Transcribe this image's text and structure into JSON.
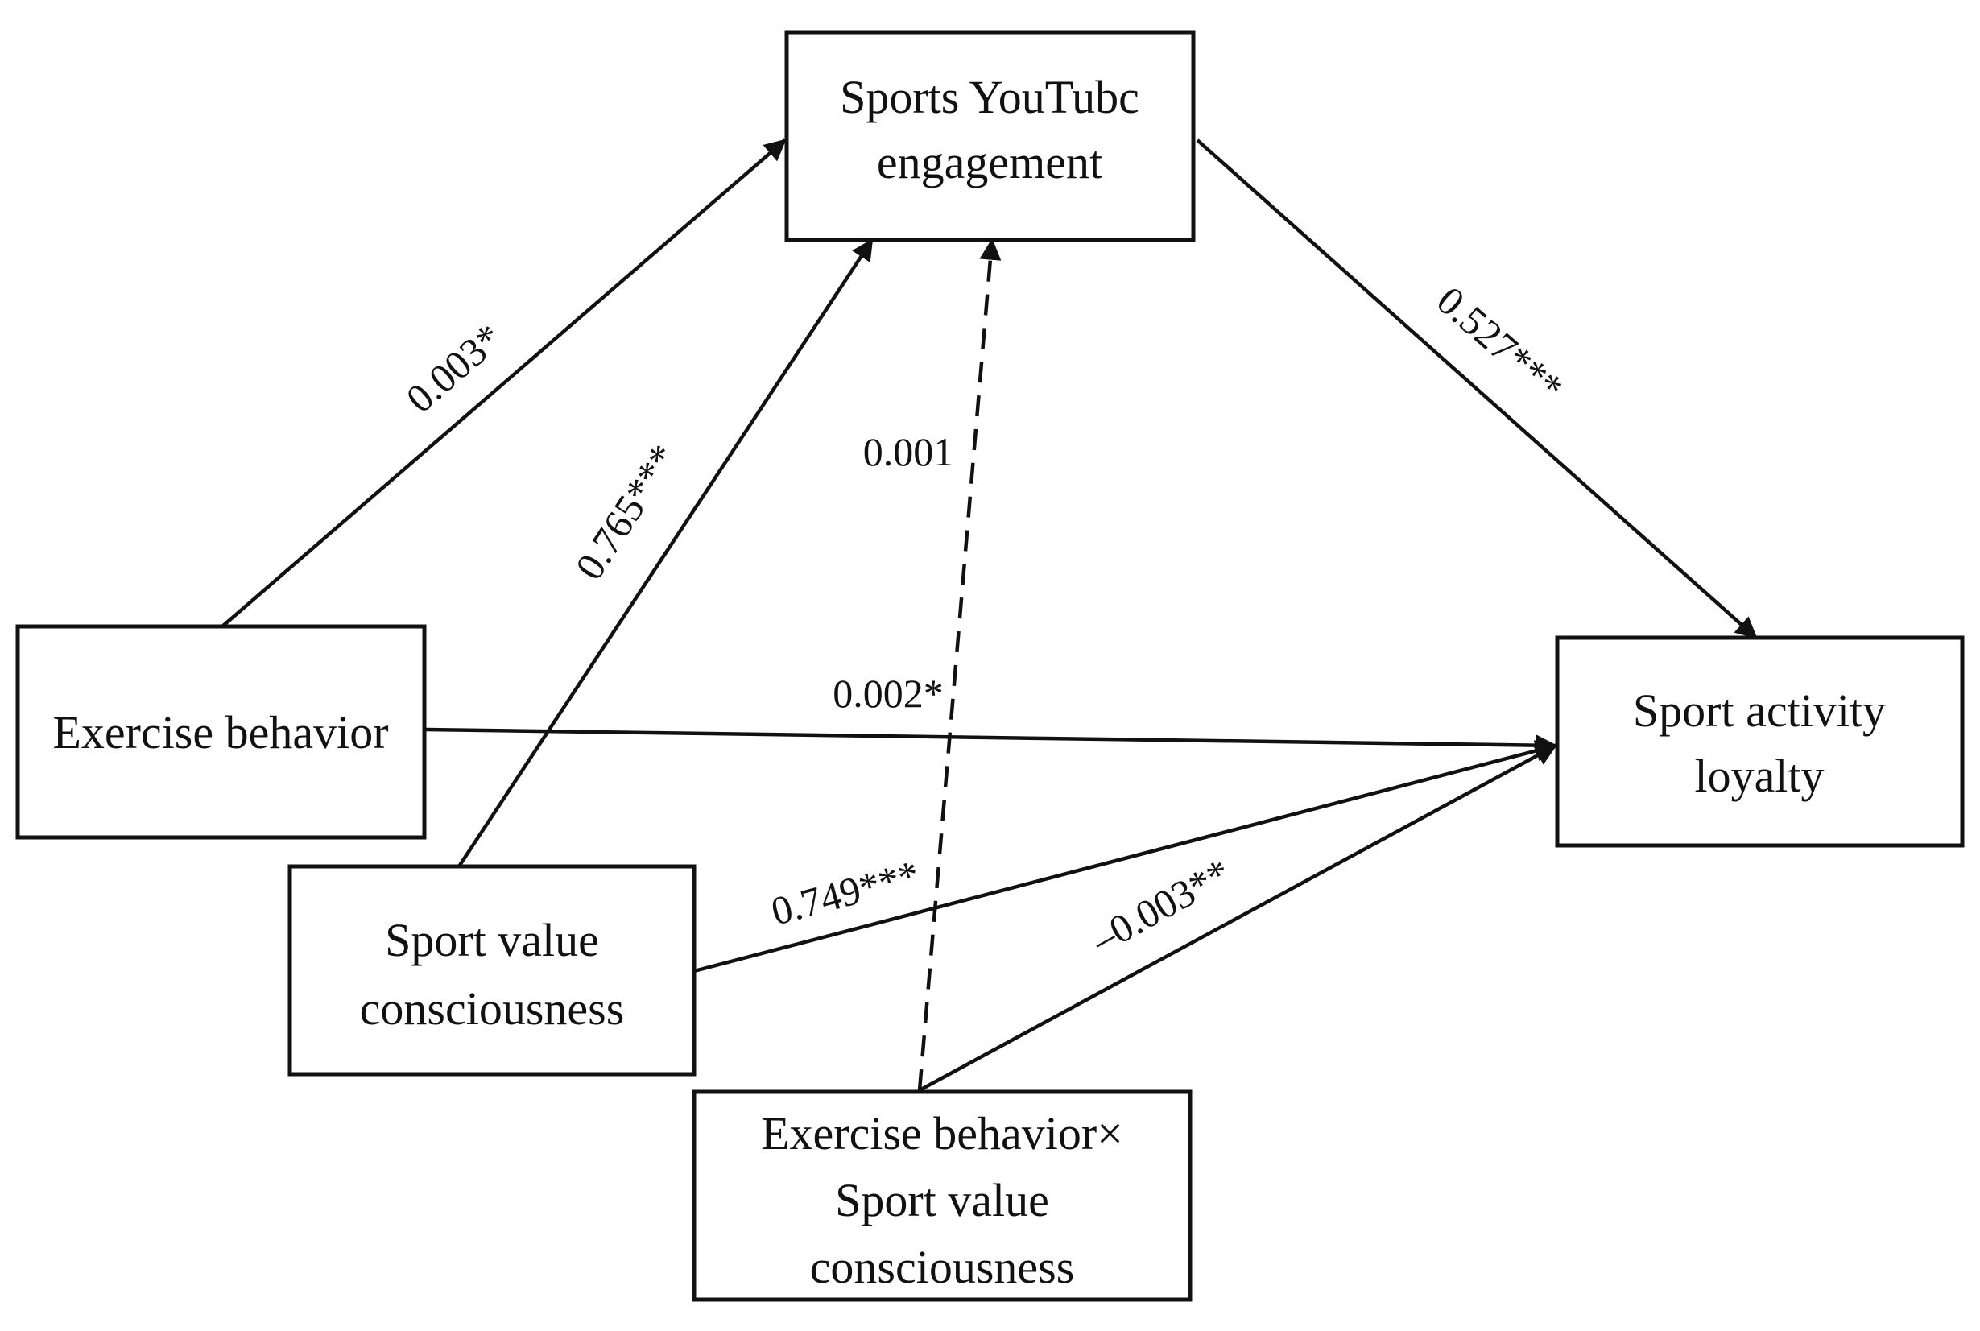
{
  "nodes": {
    "engagement": {
      "lines": [
        "Sports YouTubc",
        "engagement"
      ]
    },
    "exercise": {
      "lines": [
        "Exercise behavior"
      ]
    },
    "value": {
      "lines": [
        "Sport value",
        "consciousness"
      ]
    },
    "loyalty": {
      "lines": [
        "Sport activity",
        "loyalty"
      ]
    },
    "interaction": {
      "lines": [
        "Exercise behavior×",
        "Sport value",
        "consciousness"
      ]
    }
  },
  "paths": {
    "exercise_to_engagement": {
      "coefficient": "0.003*",
      "style": "solid"
    },
    "value_to_engagement": {
      "coefficient": "0.765***",
      "style": "solid"
    },
    "interaction_to_engagement": {
      "coefficient": "0.001",
      "style": "dashed"
    },
    "engagement_to_loyalty": {
      "coefficient": "0.527***",
      "style": "solid"
    },
    "exercise_to_loyalty": {
      "coefficient": "0.002*",
      "style": "solid"
    },
    "value_to_loyalty": {
      "coefficient": "0.749***",
      "style": "solid"
    },
    "interaction_to_loyalty": {
      "coefficient": "–0.003**",
      "style": "solid"
    }
  },
  "colors": {
    "stroke": "#111111",
    "background": "#ffffff"
  }
}
